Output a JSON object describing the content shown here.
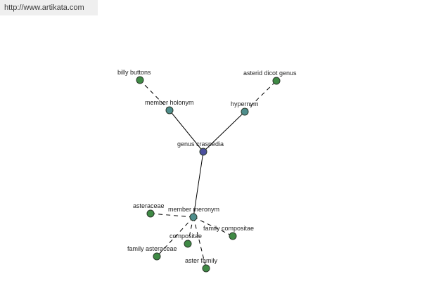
{
  "source_url": "http://www.artikata.com",
  "colors": {
    "center": "#4b4f9e",
    "relation": "#4f8e8c",
    "leaf": "#3f8a45"
  },
  "nodes": {
    "center": "genus craspedia",
    "member_holonym": "member holonym",
    "hypernym": "hypernym",
    "member_meronym": "member meronym",
    "billy_buttons": "billy buttons",
    "asterid_dicot_genus": "asterid dicot genus",
    "asteraceae": "asteraceae",
    "family_compositae": "family compositae",
    "compositae": "compositae",
    "family_asteraceae": "family asteraceae",
    "aster_family": "aster family"
  }
}
